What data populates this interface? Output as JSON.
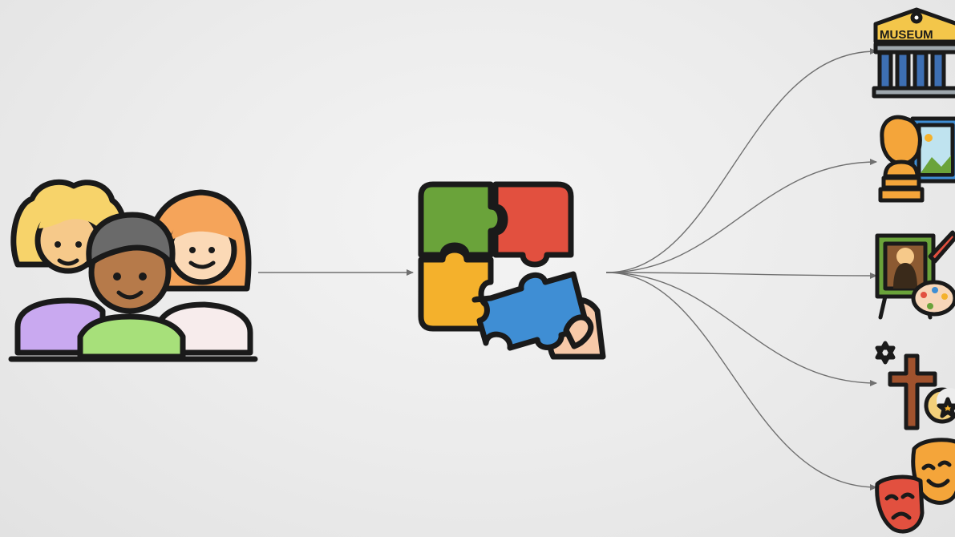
{
  "diagram": {
    "nodes": [
      {
        "id": "people",
        "icon": "group-of-people-icon"
      },
      {
        "id": "puzzle",
        "icon": "puzzle-hand-icon"
      },
      {
        "id": "museum",
        "icon": "museum-building-icon",
        "label": "MUSEUM"
      },
      {
        "id": "art",
        "icon": "bust-and-picture-icon"
      },
      {
        "id": "painting",
        "icon": "painting-easel-icon"
      },
      {
        "id": "religion",
        "icon": "religious-symbols-icon"
      },
      {
        "id": "theatre",
        "icon": "theatre-masks-icon"
      }
    ],
    "edges": [
      {
        "from": "people",
        "to": "puzzle"
      },
      {
        "from": "puzzle",
        "to": "museum"
      },
      {
        "from": "puzzle",
        "to": "art"
      },
      {
        "from": "puzzle",
        "to": "painting"
      },
      {
        "from": "puzzle",
        "to": "religion"
      },
      {
        "from": "puzzle",
        "to": "theatre"
      }
    ]
  },
  "colors": {
    "background": "#ececec",
    "connector": "#707070",
    "outline": "#1a1a1a",
    "puzzle_green": "#6aa33a",
    "puzzle_red": "#e2503f",
    "puzzle_yellow": "#f4b12c",
    "puzzle_blue": "#3f8ed4"
  }
}
